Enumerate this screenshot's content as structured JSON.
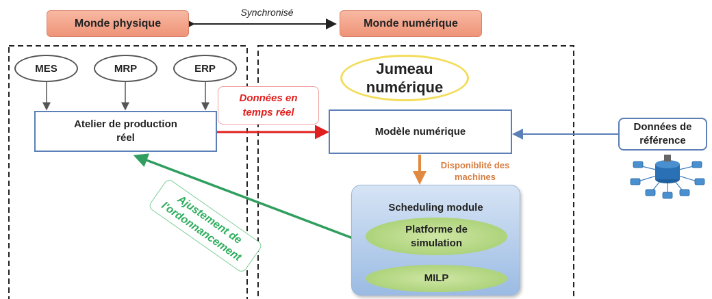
{
  "header": {
    "physical_world": "Monde physique",
    "digital_world": "Monde numérique",
    "sync_label": "Synchronisé"
  },
  "physical": {
    "systems": [
      "MES",
      "MRP",
      "ERP"
    ],
    "workshop": "Atelier de production réel"
  },
  "digital": {
    "twin_title": "Jumeau numérique",
    "model": "Modèle numérique",
    "realtime_data": "Données en temps réel",
    "availability": "Disponiblité des machines",
    "scheduling_title": "Scheduling module",
    "simulation": "Platforme de simulation",
    "milp": "MILP",
    "adjustment": "Ajustement de l'ordonnancement"
  },
  "reference": {
    "label": "Données de référence"
  },
  "colors": {
    "realtime_arrow": "#e0201f",
    "adjust_arrow": "#2f9e5e",
    "availability_arrow": "#e0893f",
    "reference_arrow": "#5b7fb6"
  }
}
